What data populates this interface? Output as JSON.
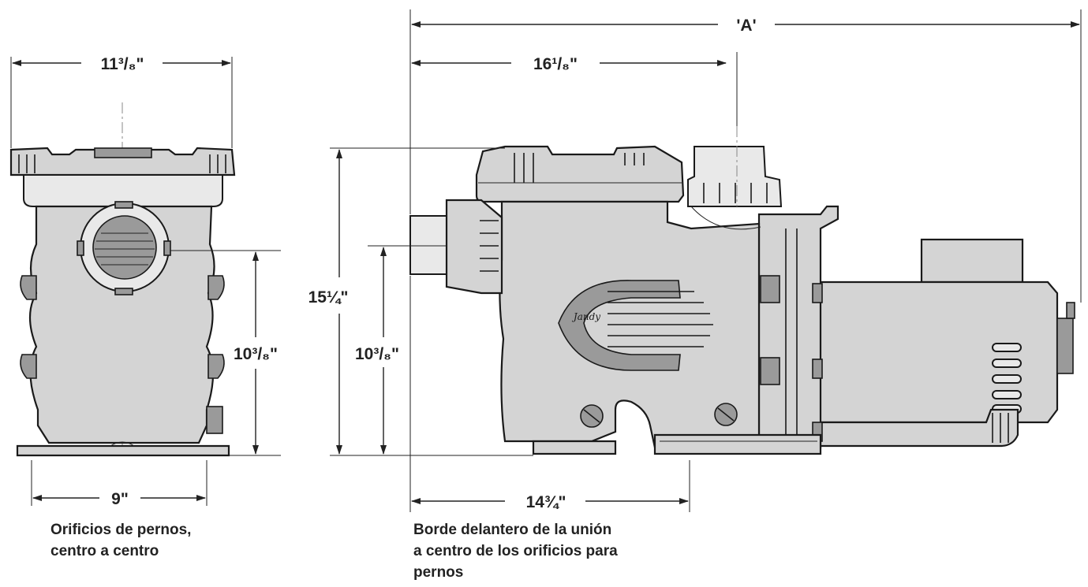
{
  "dimensions": {
    "front_width": "11³/₈\"",
    "front_height_center": "10³/₈\"",
    "front_bolt_spacing": "9\"",
    "overall_length": "'A'",
    "side_union_to_outlet": "16¹/₈\"",
    "side_total_height": "15¼\"",
    "side_inlet_height": "10³/₈\"",
    "side_union_to_bolt": "14¾\""
  },
  "captions": {
    "front_line1": "Orificios de pernos,",
    "front_line2": "centro a centro",
    "side_line1": "Borde delantero de la unión",
    "side_line2": "a centro de los orificios para",
    "side_line3": "pernos"
  },
  "brand_logo": "Jandy",
  "colors": {
    "line": "#222222",
    "body": "#d4d4d4",
    "background": "#ffffff"
  }
}
